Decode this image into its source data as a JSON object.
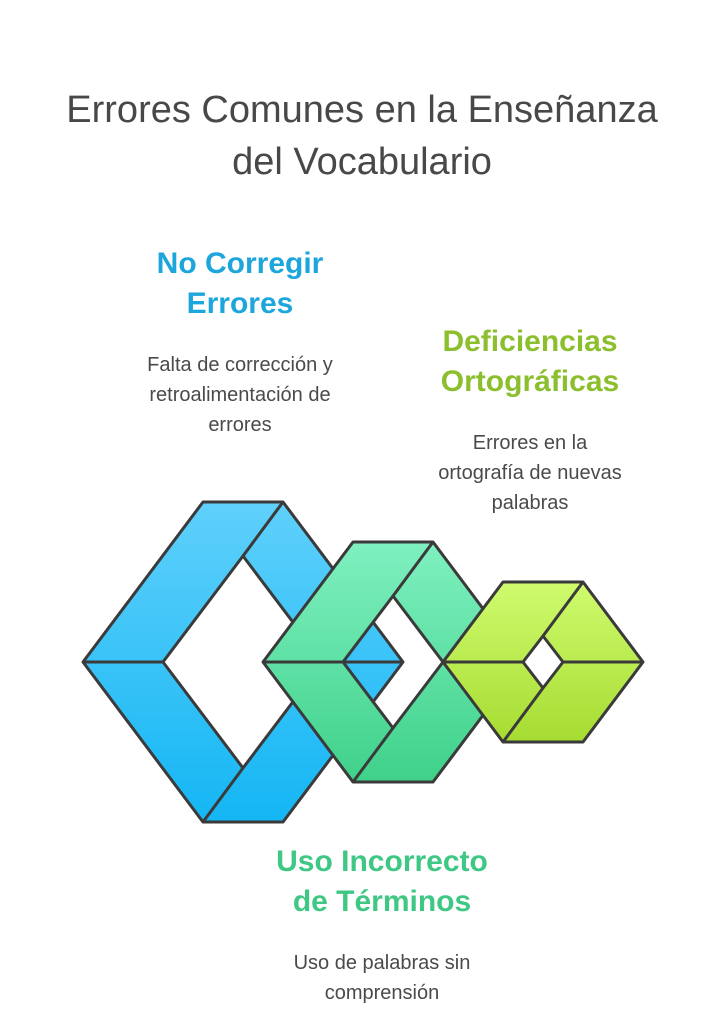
{
  "title": {
    "line1": "Errores Comunes en la Enseñanza",
    "line2": "del Vocabulario"
  },
  "items": [
    {
      "head_line1": "No Corregir",
      "head_line2": "Errores",
      "desc_line1": "Falta de corrección y",
      "desc_line2": "retroalimentación de",
      "desc_line3": "errores",
      "color": "#1ca6dc"
    },
    {
      "head_line1": "Deficiencias",
      "head_line2": "Ortográficas",
      "desc_line1": "Errores en la",
      "desc_line2": "ortografía de nuevas",
      "desc_line3": "palabras",
      "color": "#8cbf2e"
    },
    {
      "head_line1": "Uso Incorrecto",
      "head_line2": "de Términos",
      "desc_line1": "Uso de palabras sin",
      "desc_line2": "comprensión",
      "color": "#3fc784"
    }
  ],
  "colors": {
    "blue": "#36baf6",
    "green": "#58dba0",
    "lime": "#b9e84e",
    "outline": "#3a3a3a"
  }
}
